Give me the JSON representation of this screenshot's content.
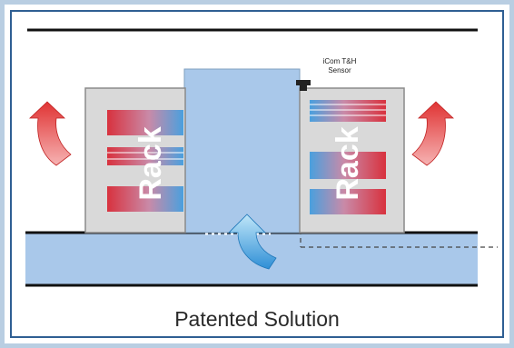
{
  "diagram": {
    "caption": "Patented Solution",
    "sensor_label_line1": "iCom T&H",
    "sensor_label_line2": "Sensor",
    "rack_left_label": "Rack",
    "rack_right_label": "Rack",
    "colors": {
      "floor_plenum": "#a9c8ea",
      "containment": "#a9c8ea",
      "rack_body": "#d9d9d9",
      "hot_arrow": "#e24a4a",
      "cold_arrow": "#4aa9df"
    }
  }
}
